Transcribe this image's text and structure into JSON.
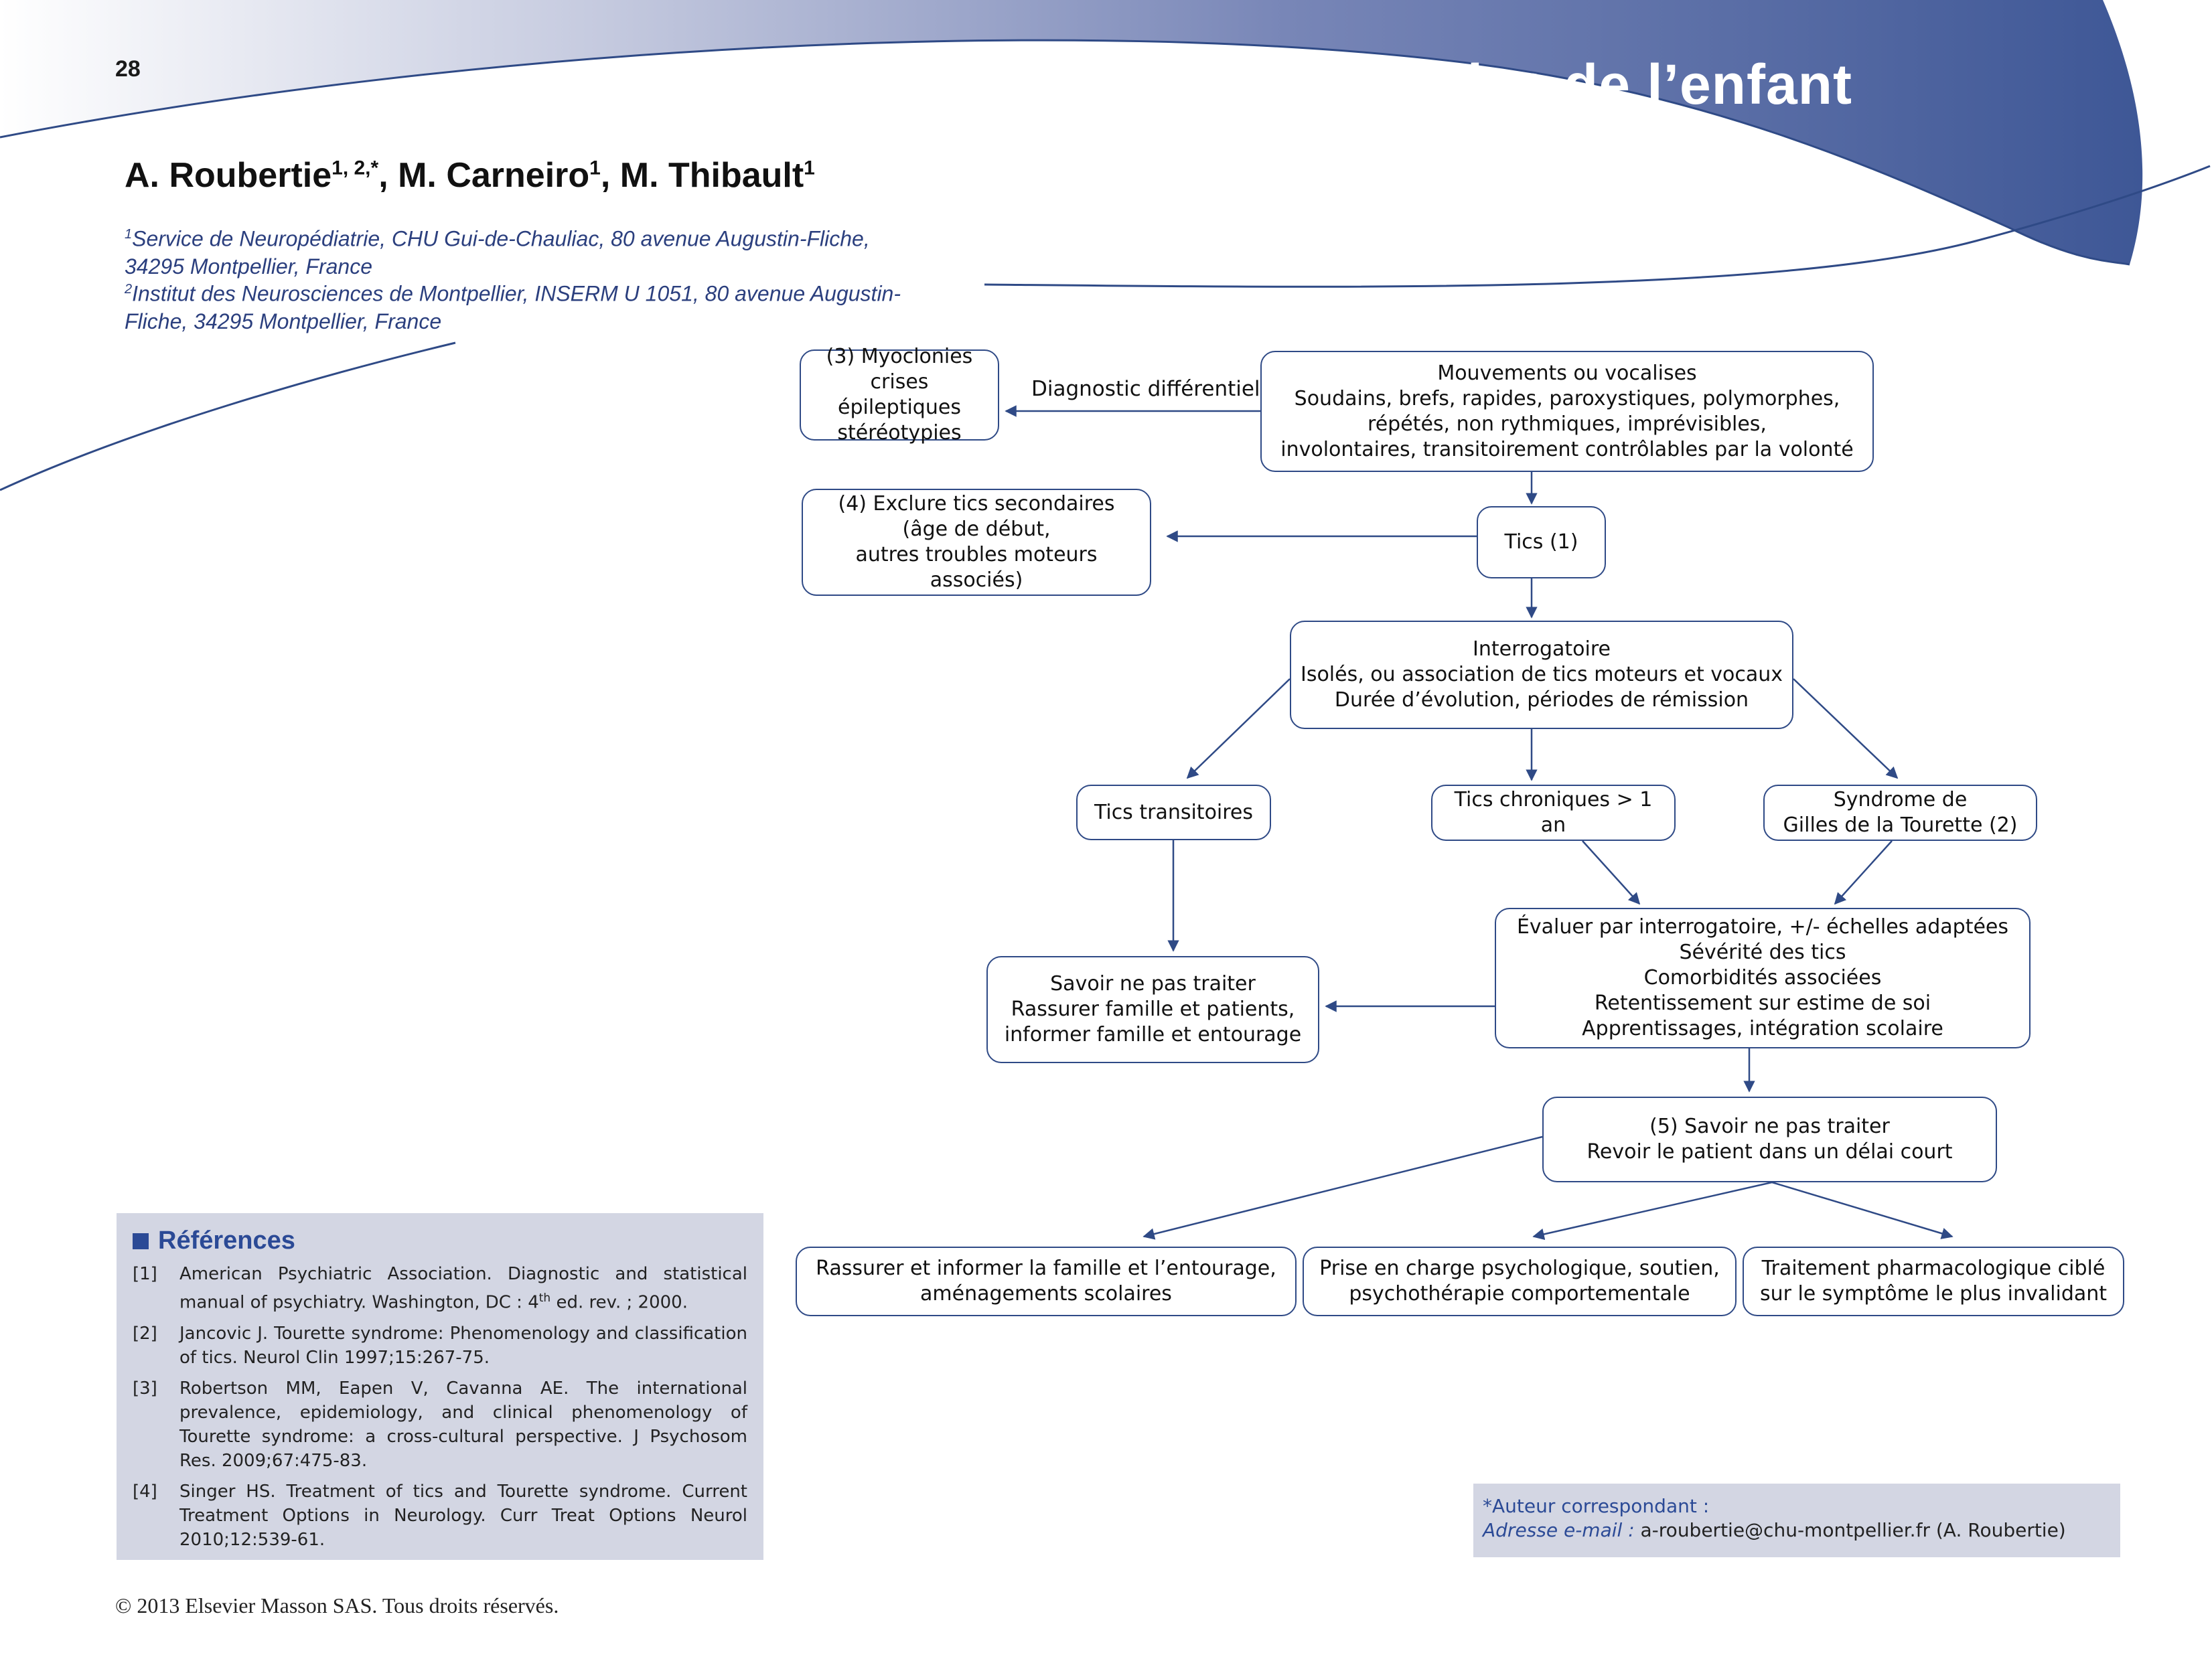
{
  "colors": {
    "accent": "#2f4a86",
    "banner_dark": "#3e5796",
    "panel": "#d3d6e3"
  },
  "header": {
    "page_number": "28",
    "chapter_title": "Tics de l’enfant"
  },
  "authors": [
    {
      "name": "A. Roubertie",
      "sup": "1, 2,*"
    },
    {
      "name": "M. Carneiro",
      "sup": "1"
    },
    {
      "name": "M. Thibault",
      "sup": "1"
    }
  ],
  "affiliations": [
    {
      "sup": "1",
      "lines": [
        "Service de Neuropédiatrie, CHU Gui-de-Chauliac, 80 avenue Augustin-Fliche,",
        "34295 Montpellier, France"
      ]
    },
    {
      "sup": "2",
      "lines": [
        "Institut des Neurosciences de Montpellier, INSERM U 1051, 80 avenue Augustin-",
        "Fliche, 34295 Montpellier, France"
      ]
    }
  ],
  "flowchart": {
    "boxes": {
      "myoclonies": [
        "(3) Myoclonies",
        "crises épileptiques",
        "stéréotypies"
      ],
      "mouvements": [
        "Mouvements ou vocalises",
        "Soudains, brefs, rapides, paroxystiques, polymorphes,",
        "répétés, non rythmiques, imprévisibles,",
        "involontaires, transitoirement contrôlables par la volonté"
      ],
      "exclure": [
        "(4) Exclure tics secondaires",
        "(âge de début,",
        "autres troubles moteurs associés)"
      ],
      "tics": [
        "Tics (1)"
      ],
      "interrogatoire": [
        "Interrogatoire",
        "Isolés, ou association de tics moteurs et vocaux",
        "Durée d’évolution, périodes de rémission"
      ],
      "transitoires": [
        "Tics transitoires"
      ],
      "chroniques": [
        "Tics chroniques > 1 an"
      ],
      "gilles": [
        "Syndrome de",
        "Gilles de la Tourette (2)"
      ],
      "evaluer": [
        "Évaluer par interrogatoire, +/- échelles adaptées",
        "Sévérité des tics",
        "Comorbidités associées",
        "Retentissement sur estime de soi",
        "Apprentissages, intégration scolaire"
      ],
      "savoir1": [
        "Savoir ne pas traiter",
        "Rassurer famille et patients,",
        "informer famille et entourage"
      ],
      "savoir5": [
        "(5) Savoir ne pas traiter",
        "Revoir le patient dans un délai court"
      ],
      "rassurer": [
        "Rassurer et informer la famille et l’entourage,",
        "aménagements scolaires"
      ],
      "prise": [
        "Prise en charge psychologique, soutien,",
        "psychothérapie comportementale"
      ],
      "traitement": [
        "Traitement pharmacologique ciblé",
        "sur le symptôme le plus invalidant"
      ]
    },
    "edge_label": "Diagnostic différentiel"
  },
  "references": {
    "title": "Références",
    "items": [
      {
        "num": "[1]",
        "text": "American Psychiatric Association. Diagnostic and statistical manual of psychiatry. Washington, DC : 4",
        "sup": "th",
        "text_after": " ed. rev. ; 2000."
      },
      {
        "num": "[2]",
        "text": "Jancovic J. Tourette syndrome: Phenomenology and classification of tics. Neurol Clin 1997;15:267-75.",
        "sup": "",
        "text_after": ""
      },
      {
        "num": "[3]",
        "text": "Robertson MM, Eapen V, Cavanna AE. The international prevalence, epidemiology, and clinical phenomenology of Tourette syndrome: a cross-cultural perspective. J Psychosom Res. 2009;67:475-83.",
        "sup": "",
        "text_after": ""
      },
      {
        "num": "[4]",
        "text": "Singer HS. Treatment of tics and Tourette syndrome. Current Treatment Options in Neurology. Curr Treat Options Neurol 2010;12:539-61.",
        "sup": "",
        "text_after": ""
      }
    ]
  },
  "correspondence": {
    "label": "*Auteur correspondant :",
    "email_label": "Adresse e-mail :",
    "email": " a-roubertie@chu-montpellier.fr (A. Roubertie)"
  },
  "footer": {
    "copyright": "© 2013 Elsevier Masson SAS. Tous droits réservés."
  }
}
